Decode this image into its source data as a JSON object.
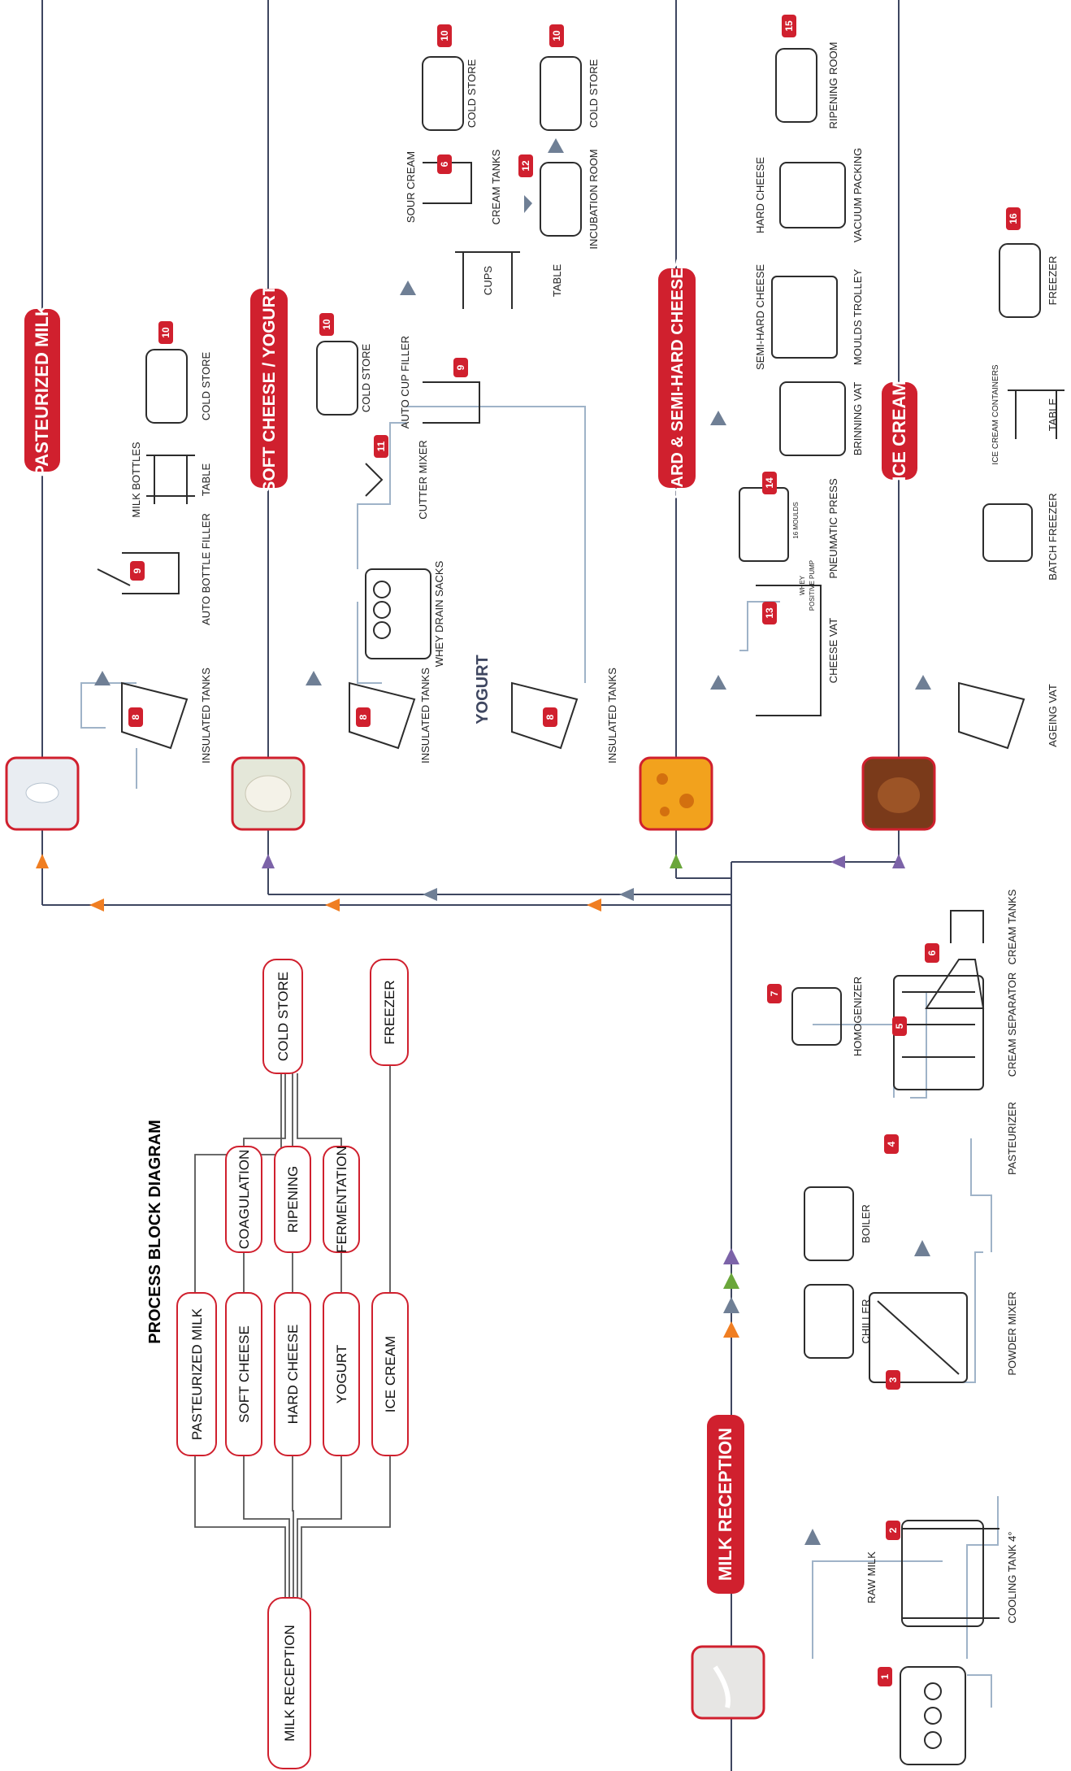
{
  "colors": {
    "red": "#d0202e",
    "line_dark": "#3e4660",
    "line_light": "#9fb3c8",
    "orange": "#f07e22",
    "purple": "#7c63a8",
    "green": "#6aa63b",
    "slate": "#6f7f95",
    "equip": "#2c2c2c"
  },
  "block_diagram": {
    "title": "PROCESS BLOCK DIAGRAM",
    "nodes": {
      "milk_reception": "MILK RECEPTION",
      "pasteurized_milk": "PASTEURIZED MILK",
      "soft_cheese": "SOFT CHEESE",
      "hard_cheese": "HARD CHEESE",
      "yogurt": "YOGURT",
      "ice_cream": "ICE CREAM",
      "coagulation": "COAGULATION",
      "ripening": "RIPENING",
      "fermentation": "FERMENTATION",
      "cold_store": "COLD STORE",
      "freezer": "FREEZER"
    }
  },
  "sections": {
    "milk_reception": "MILK RECEPTION",
    "pasteurized_milk": "PASTEURIZED MILK",
    "soft_cheese_yogurt": "SOFT CHEESE / YOGURT",
    "hard_semi_hard": "HARD & SEMI-HARD CHEESES",
    "ice_cream": "ICE CREAM",
    "yogurt_sub": "YOGURT"
  },
  "labels": {
    "raw_milk": "RAW MILK",
    "cooling_tank": "COOLING TANK 4°",
    "powder_mixer": "POWDER MIXER",
    "chiller": "CHILLER",
    "boiler": "BOILER",
    "pasteurizer": "PASTEURIZER",
    "cream_separator": "CREAM SEPARATOR",
    "homogenizer": "HOMOGENIZER",
    "cream_tanks": "CREAM TANKS",
    "insulated_tanks": "INSULATED TANKS",
    "auto_bottle_filler": "AUTO BOTTLE FILLER",
    "milk_bottles": "MILK BOTTLES",
    "table": "TABLE",
    "cold_store": "COLD STORE",
    "whey_drain_sacks": "WHEY DRAIN SACKS",
    "cutter_mixer": "CUTTER MIXER",
    "auto_cup_filler": "AUTO CUP FILLER",
    "cups": "CUPS",
    "sour_cream": "SOUR CREAM",
    "incubation_room": "INCUBATION ROOM",
    "cheese_vat": "CHEESE VAT",
    "pneumatic_press": "PNEUMATIC PRESS",
    "brinning_vat": "BRINNING VAT",
    "moulds_trolley": "MOULDS TROLLEY",
    "semi_hard_cheese": "SEMI-HARD CHEESE",
    "vacuum_packing": "VACUUM PACKING",
    "hard_cheese": "HARD CHEESE",
    "ripening_room": "RIPENING ROOM",
    "ageing_vat": "AGEING VAT",
    "batch_freezer": "BATCH FREEZER",
    "ice_cream_containers": "ICE CREAM CONTAINERS",
    "freezer": "FREEZER",
    "whey": "WHEY",
    "positive_pump": "POSITIVE PUMP",
    "moulds_16": "16 MOULDS"
  },
  "badges": {
    "b1": "1",
    "b2": "2",
    "b3": "3",
    "b4": "4",
    "b5": "5",
    "b6": "6",
    "b7": "7",
    "b8": "8",
    "b9": "9",
    "b10": "10",
    "b11": "11",
    "b12": "12",
    "b13": "13",
    "b14": "14",
    "b15": "15",
    "b16": "16"
  }
}
